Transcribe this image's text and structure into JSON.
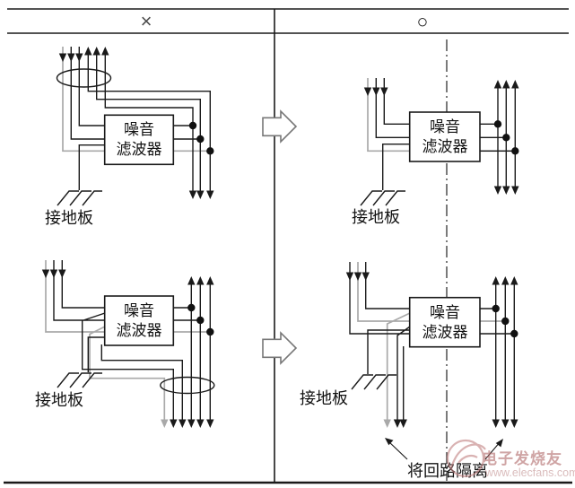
{
  "header": {
    "wrong_symbol": "×",
    "correct_symbol": "○"
  },
  "filter_box": {
    "line1": "噪音",
    "line2": "滤波器"
  },
  "ground_label": "接地板",
  "note": {
    "text": "将回路隔离"
  },
  "watermark": {
    "brand": "电子发烧友",
    "site": "www.elecfans.com"
  },
  "colors": {
    "wire_black": "#1a1a1a",
    "wire_gray": "#a9a9a9",
    "big_arrow_gray": "#777777",
    "watermark_pink": "#b06868"
  }
}
